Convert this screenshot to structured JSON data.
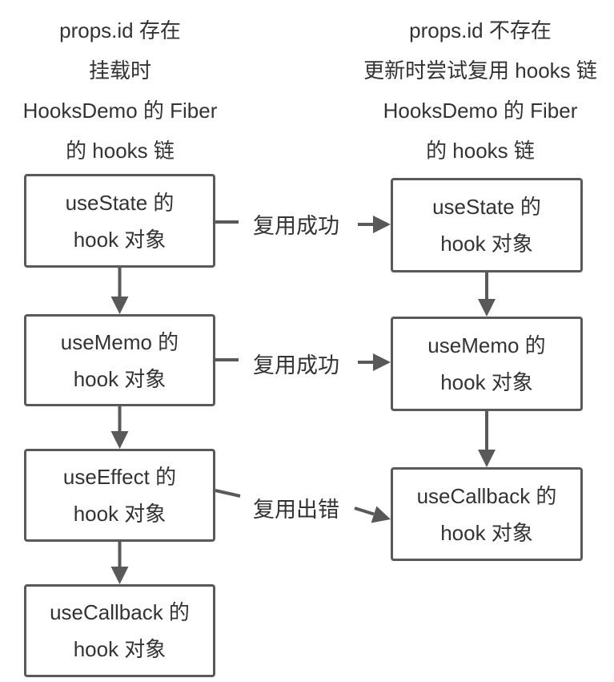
{
  "colors": {
    "background": "#ffffff",
    "stroke": "#595959",
    "text": "#333333"
  },
  "left_column": {
    "header_lines": [
      "props.id 存在",
      "挂载时",
      "HooksDemo 的 Fiber",
      "的 hooks 链"
    ],
    "boxes": [
      {
        "lines": [
          "useState 的",
          "hook 对象"
        ]
      },
      {
        "lines": [
          "useMemo 的",
          "hook 对象"
        ]
      },
      {
        "lines": [
          "useEffect 的",
          "hook 对象"
        ]
      },
      {
        "lines": [
          "useCallback 的",
          "hook 对象"
        ]
      }
    ]
  },
  "right_column": {
    "header_lines": [
      "props.id 不存在",
      "更新时尝试复用 hooks 链",
      "HooksDemo 的 Fiber",
      "的 hooks 链"
    ],
    "boxes": [
      {
        "lines": [
          "useState 的",
          "hook 对象"
        ]
      },
      {
        "lines": [
          "useMemo 的",
          "hook 对象"
        ]
      },
      {
        "lines": [
          "useCallback 的",
          "hook 对象"
        ]
      }
    ]
  },
  "connectors": [
    {
      "label": "复用成功"
    },
    {
      "label": "复用成功"
    },
    {
      "label": "复用出错"
    }
  ]
}
